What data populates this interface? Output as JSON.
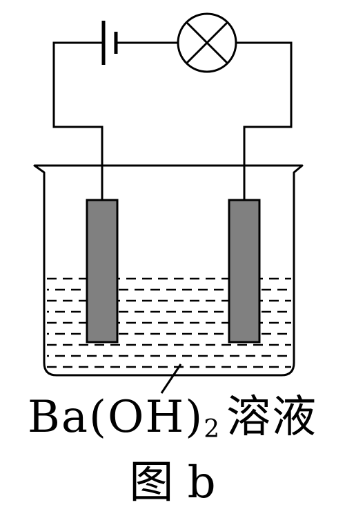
{
  "labels": {
    "formula_main": "Ba(OH)",
    "formula_subscript": "2",
    "formula_suffix": "溶液",
    "caption": "图 b"
  },
  "colors": {
    "line": "#000000",
    "electrode": "#808080",
    "background": "#ffffff"
  }
}
